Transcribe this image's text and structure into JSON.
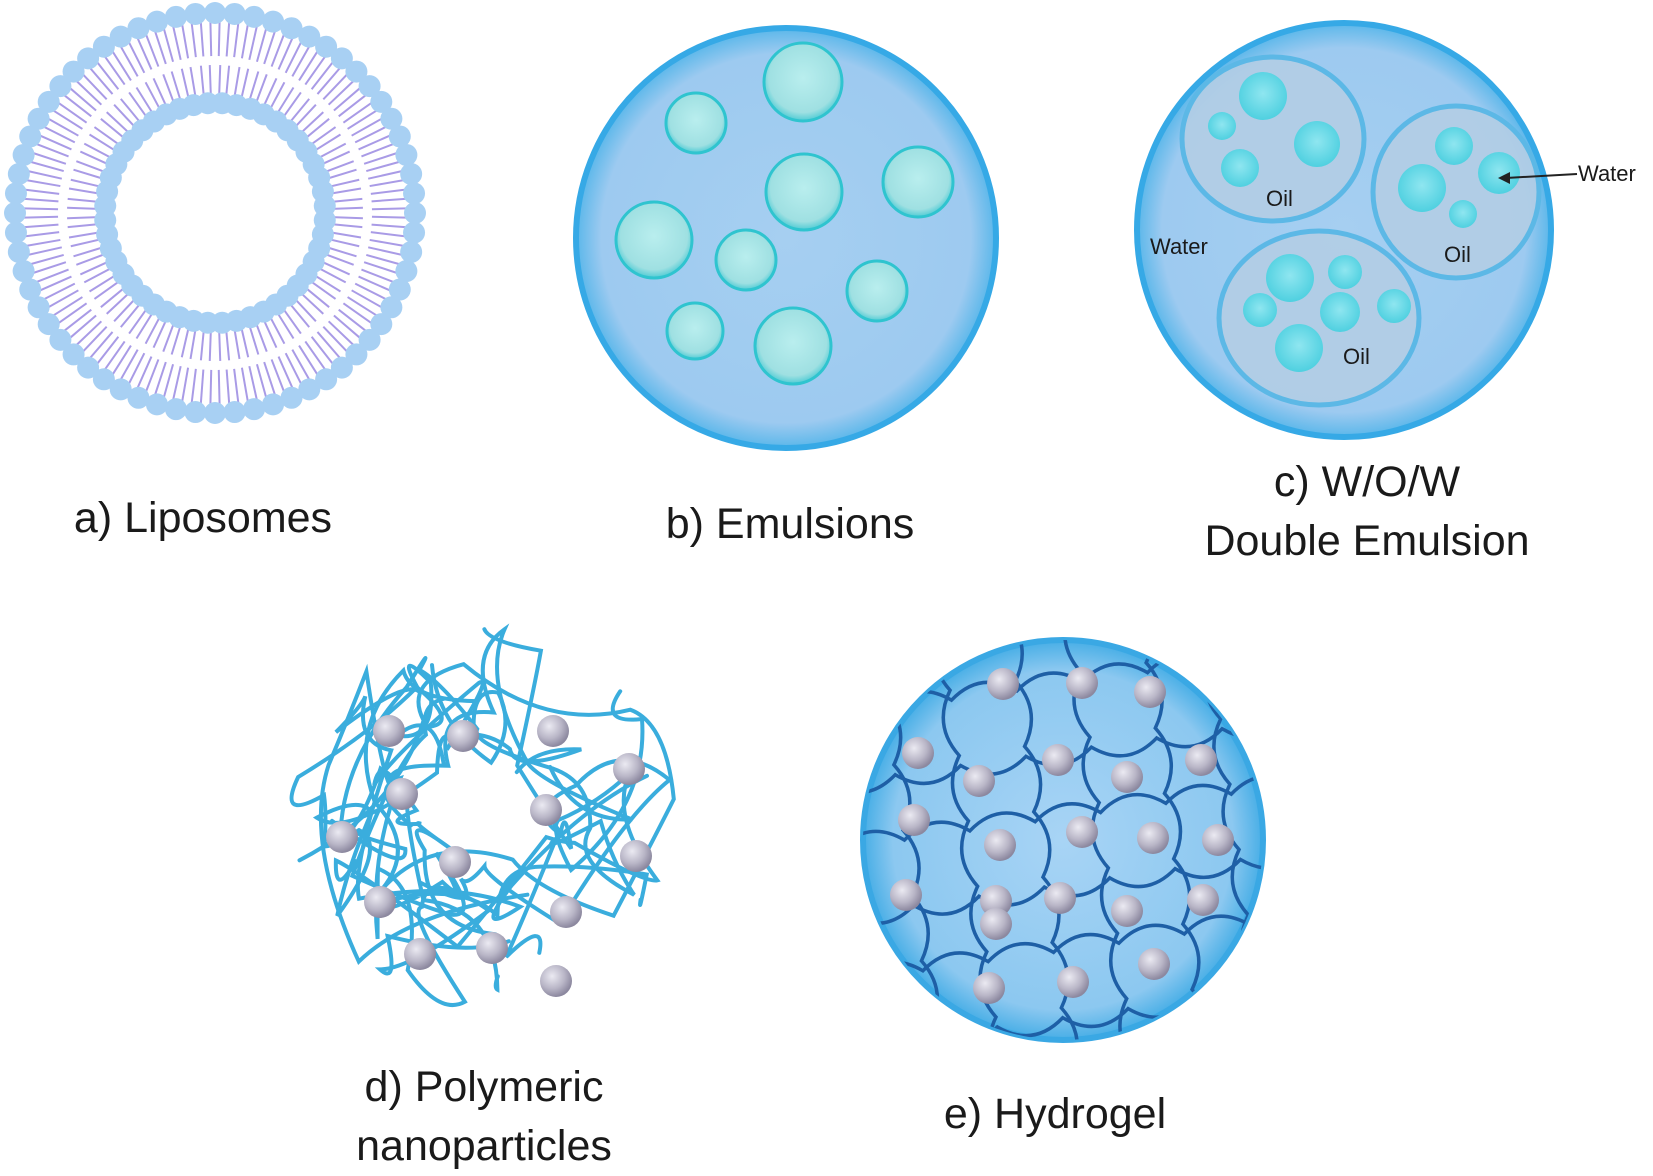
{
  "panels": {
    "liposomes": {
      "caption": "a) Liposomes"
    },
    "emulsions": {
      "caption": "b) Emulsions"
    },
    "double_emulsion": {
      "caption_line1": "c) W/O/W",
      "caption_line2": "Double Emulsion",
      "outer_phase_label": "Water",
      "oil_label": "Oil",
      "inner_water_label": "Water"
    },
    "polymeric": {
      "caption_line1": "d) Polymeric",
      "caption_line2": "nanoparticles"
    },
    "hydrogel": {
      "caption": "e) Hydrogel"
    }
  },
  "colors": {
    "membrane_head": "#a8d0f3",
    "lipid_tail": "#a99be6",
    "outer_fill": "#a4cdf0",
    "outer_edge": "#36a9e6",
    "droplet_fill": "#a6e3e4",
    "droplet_edge": "#2fc4cf",
    "oil_fill": "#b3cde4",
    "inner_water": "#79dcea",
    "polymer_strand": "#3aaddd",
    "particle": "#b9b6c7",
    "hydrogel_network": "#1e5fa6"
  }
}
